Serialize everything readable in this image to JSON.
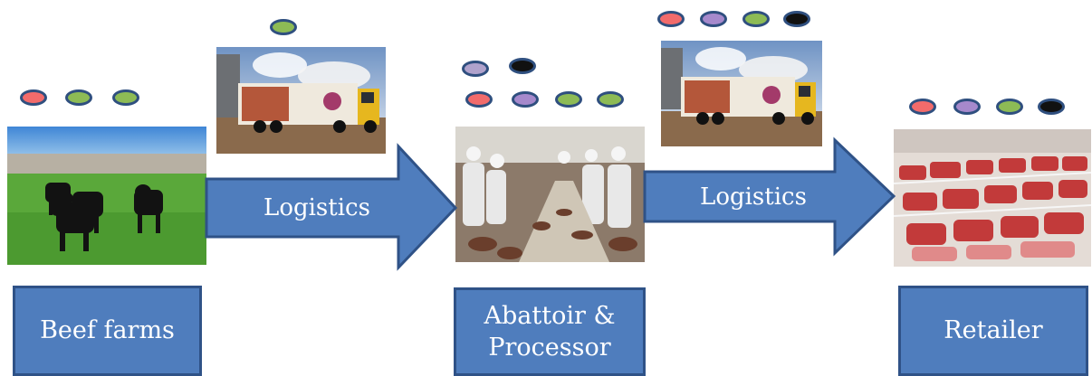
{
  "stages": [
    {
      "label": "Beef farms",
      "image": "cattle-farm-photo"
    },
    {
      "label": "Abattoir &\nProcessor",
      "image": "meat-processing-line-photo"
    },
    {
      "label": "Retailer",
      "image": "meat-retail-display-photo"
    }
  ],
  "logistics": [
    {
      "label": "Logistics",
      "image": "delivery-truck-photo"
    },
    {
      "label": "Logistics",
      "image": "delivery-truck-photo"
    }
  ],
  "colors": {
    "red": "#f26b6b",
    "purple": "#a689cc",
    "green": "#8dbb55",
    "lavender": "#b0a2cc",
    "black": "#111111",
    "box_fill": "#4f7dbd",
    "box_border": "#2f5287",
    "dot_border": "#2f4f7f"
  },
  "dots": {
    "farm": [
      "red",
      "green",
      "green"
    ],
    "truck1": [
      "green"
    ],
    "abattoir_top": [
      "lavender",
      "black"
    ],
    "abattoir_bottom": [
      "red",
      "purple",
      "green",
      "green"
    ],
    "truck2": [
      "red",
      "purple",
      "green",
      "black"
    ],
    "retailer": [
      "red",
      "purple",
      "green",
      "black"
    ]
  }
}
